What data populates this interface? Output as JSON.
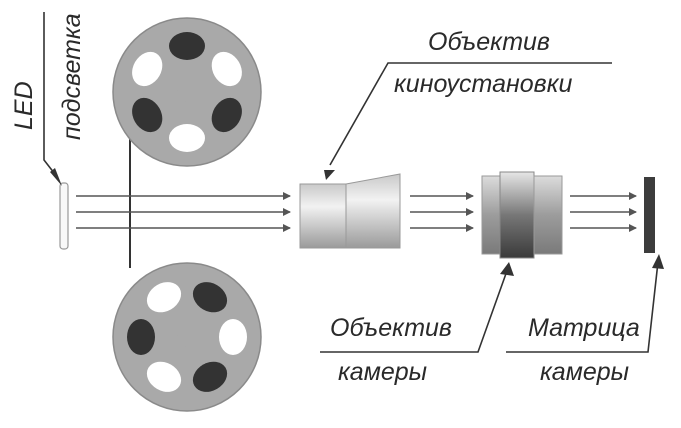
{
  "labels": {
    "led_line1": "LED",
    "led_line2": "подсветка",
    "projector_lens_line1": "Объектив",
    "projector_lens_line2": "киноустановки",
    "camera_lens_line1": "Объектив",
    "camera_lens_line2": "камеры",
    "sensor_line1": "Матрица",
    "sensor_line2": "камеры"
  }
}
